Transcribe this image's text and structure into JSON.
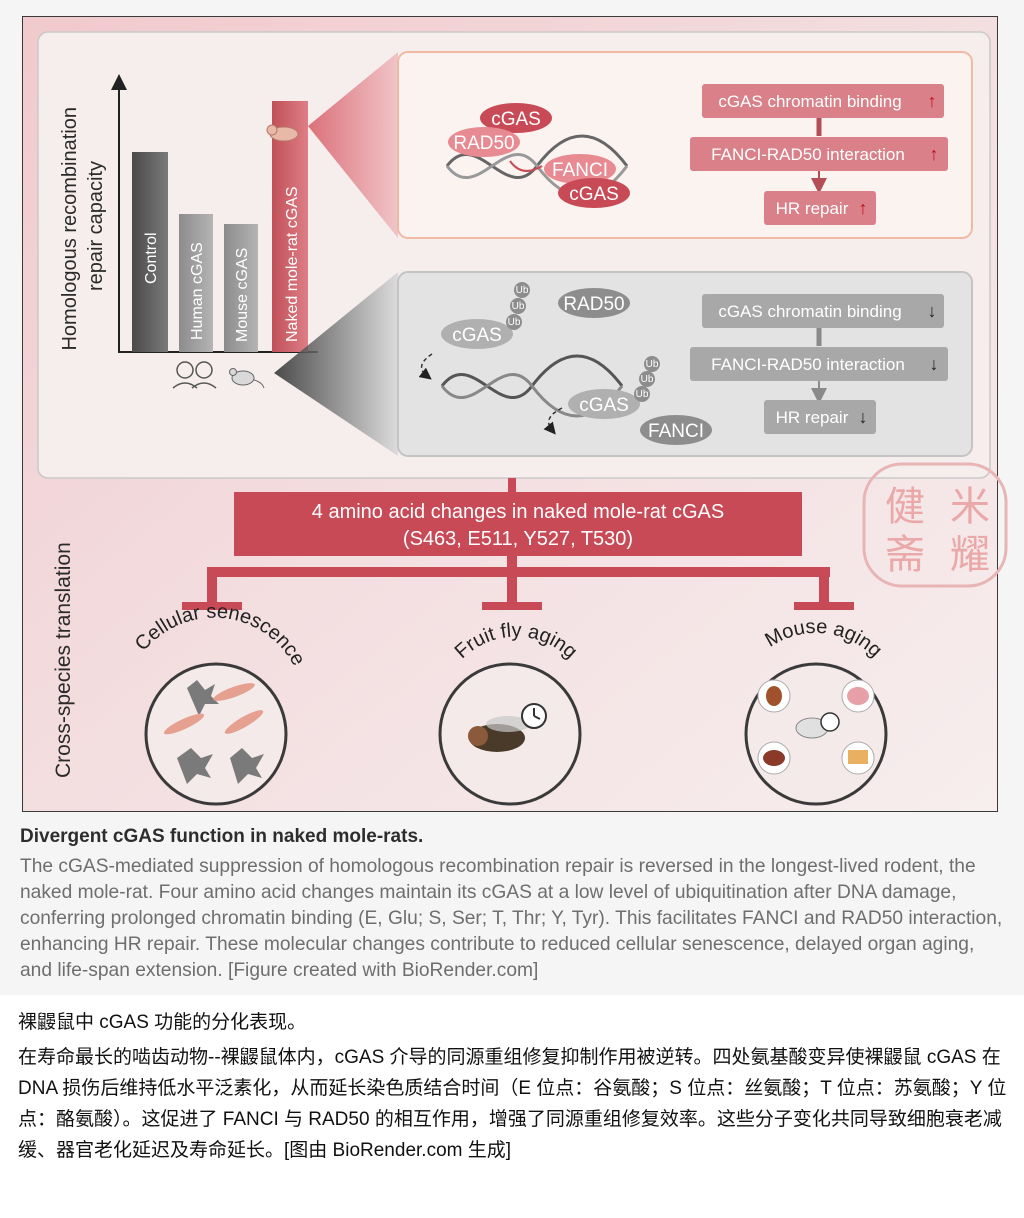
{
  "figure": {
    "y_axis_label_line1": "Homologous recombination",
    "y_axis_label_line2": "repair capacity",
    "bars": [
      {
        "label": "Control"
      },
      {
        "label": "Human cGAS"
      },
      {
        "label": "Mouse cGAS"
      },
      {
        "label": "Naked mole-rat cGAS"
      }
    ],
    "top_panel": {
      "bubbles": [
        "cGAS",
        "RAD50",
        "FANCI",
        "cGAS"
      ],
      "flow": [
        "cGAS chromatin binding",
        "FANCI-RAD50 interaction",
        "HR repair"
      ],
      "arrow": "↑"
    },
    "bottom_panel": {
      "bubbles": [
        "RAD50",
        "cGAS",
        "cGAS",
        "FANCI"
      ],
      "ub": "Ub",
      "flow": [
        "cGAS chromatin binding",
        "FANCI-RAD50 interaction",
        "HR repair"
      ],
      "arrow": "↓"
    },
    "changes_line1": "4 amino acid changes in naked mole-rat cGAS",
    "changes_line2": "(S463, E511, Y527, T530)",
    "side_label": "Cross-species translation",
    "outcomes": [
      "Cellular senescence",
      "Fruit fly aging",
      "Mouse aging"
    ],
    "colors": {
      "pink": "#d8636c",
      "dark_red": "#c84a56",
      "gray": "#9c9c9c"
    }
  },
  "caption_en": {
    "title": "Divergent cGAS function in naked mole-rats.",
    "body": "The cGAS-mediated suppression of homologous recombination repair is reversed in the longest-lived rodent, the naked mole-rat. Four amino acid changes maintain its cGAS at a low level of ubiquitination after DNA damage, conferring prolonged chromatin binding (E, Glu; S, Ser; T, Thr; Y, Tyr). This facilitates FANCI and RAD50 interaction, enhancing HR repair. These molecular changes contribute to reduced cellular senescence, delayed organ aging, and life-span extension. [Figure created with BioRender.com]"
  },
  "caption_zh": {
    "title": "裸鼹鼠中 cGAS 功能的分化表现。",
    "body": "在寿命最长的啮齿动物--裸鼹鼠体内，cGAS 介导的同源重组修复抑制作用被逆转。四处氨基酸变异使裸鼹鼠 cGAS 在 DNA 损伤后维持低水平泛素化，从而延长染色质结合时间（E 位点：谷氨酸；S 位点：丝氨酸；T 位点：苏氨酸；Y 位点：酪氨酸）。这促进了 FANCI 与 RAD50 的相互作用，增强了同源重组修复效率。这些分子变化共同导致细胞衰老减缓、器官老化延迟及寿命延长。[图由 BioRender.com 生成]"
  },
  "seal": {
    "chars": [
      "米",
      "耀",
      "健",
      "斋"
    ]
  }
}
